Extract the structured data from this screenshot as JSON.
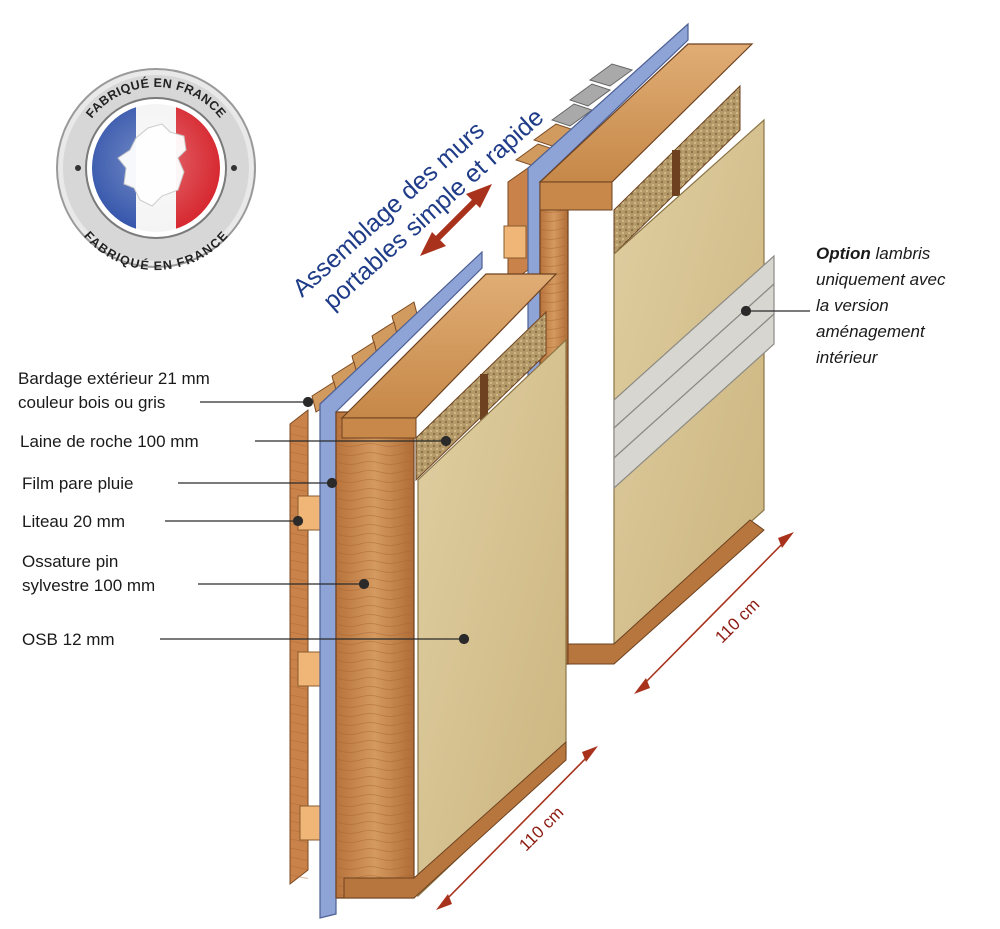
{
  "badge": {
    "top_text": "FABRIQUÉ EN FRANCE",
    "bottom_text": "FABRIQUÉ EN FRANCE"
  },
  "tagline": {
    "line1": "Assemblage des murs",
    "line2": "portables simple et rapide"
  },
  "labels": [
    {
      "id": "bardage",
      "lines": [
        "Bardage extérieur 21 mm",
        "couleur bois ou gris"
      ]
    },
    {
      "id": "laine",
      "lines": [
        "Laine de roche 100 mm"
      ]
    },
    {
      "id": "film",
      "lines": [
        "Film pare pluie"
      ]
    },
    {
      "id": "liteau",
      "lines": [
        "Liteau 20 mm"
      ]
    },
    {
      "id": "ossature",
      "lines": [
        "Ossature pin",
        "sylvestre 100 mm"
      ]
    },
    {
      "id": "osb",
      "lines": [
        "OSB 12 mm"
      ]
    }
  ],
  "option": {
    "bold": "Option",
    "line1_rest": " lambris",
    "line2": "uniquement avec",
    "line3": "la  version",
    "line4": "aménagement",
    "line5": "intérieur"
  },
  "dimensions": {
    "front": "110 cm",
    "back": "110 cm"
  },
  "colors": {
    "accent_blue": "#1f3c88",
    "dimension_red": "#8b1a10",
    "film_blue": "#8ea3d6",
    "wood": "#c98a50",
    "osb": "#d9c596"
  }
}
